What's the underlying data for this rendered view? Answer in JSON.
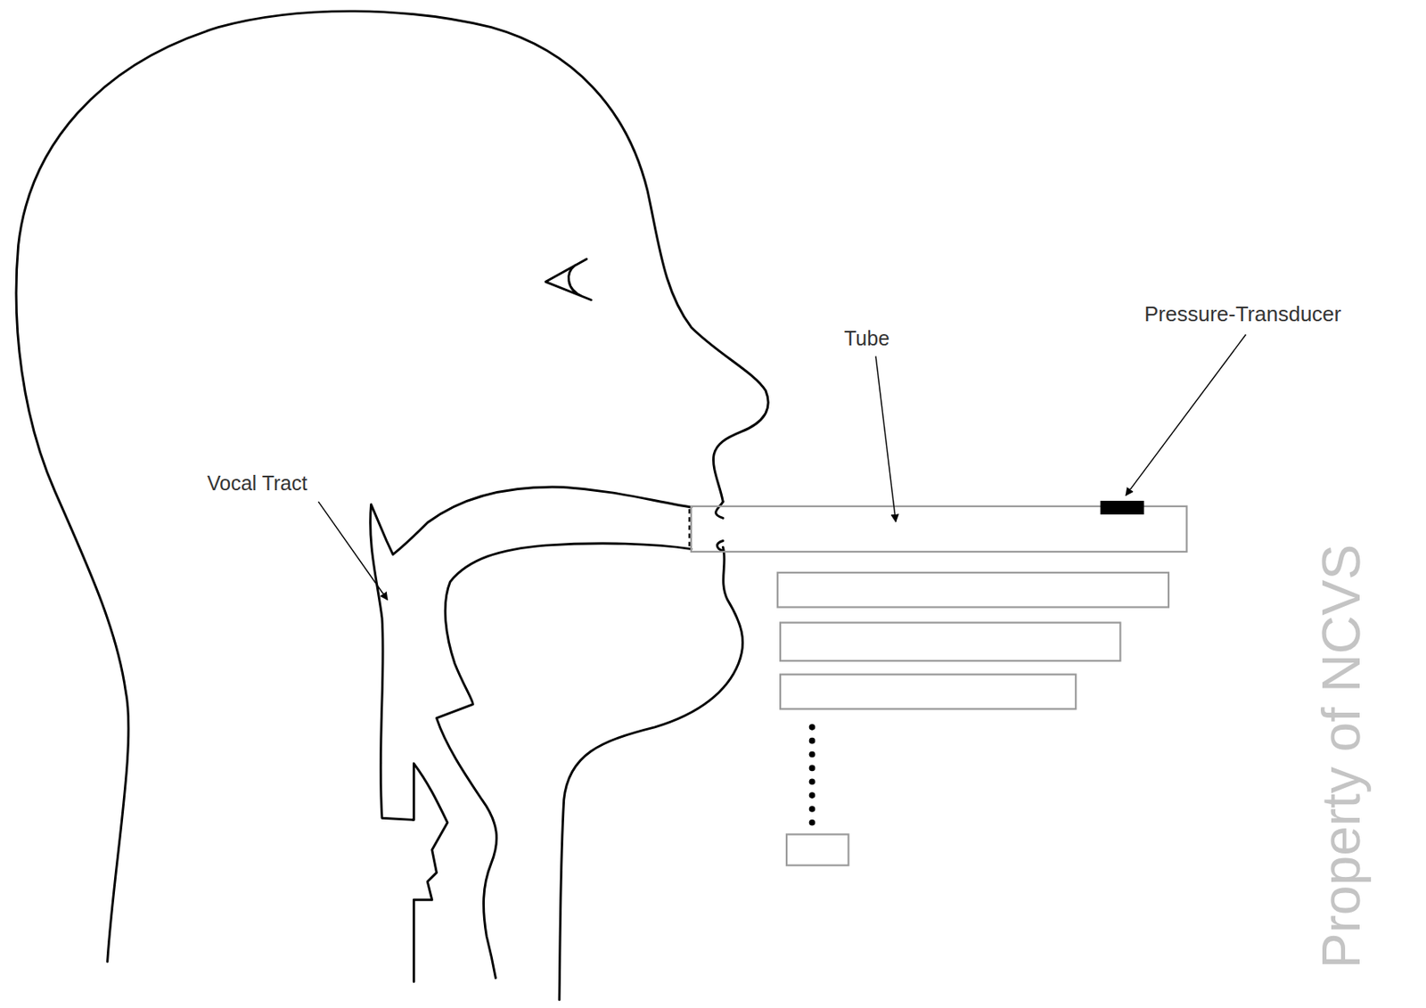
{
  "diagram": {
    "labels": [
      "Vocal Tract",
      "Tube",
      "Pressure-Transducer",
      "Property of NCVS"
    ]
  }
}
